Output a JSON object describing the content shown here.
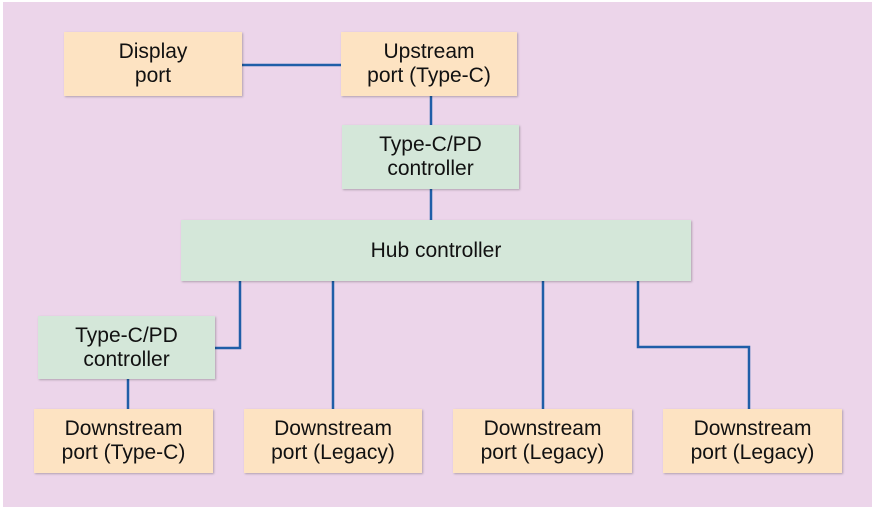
{
  "colors": {
    "background": "#ecd5ea",
    "port_box": "#fde3c2",
    "controller_box": "#d4e7d9",
    "connector": "#1f5ea8"
  },
  "boxes": {
    "display_port": {
      "line1": "Display",
      "line2": "port"
    },
    "upstream_port": {
      "line1": "Upstream",
      "line2": "port (Type-C)"
    },
    "pd_controller_upper": {
      "line1": "Type-C/PD",
      "line2": "controller"
    },
    "hub_controller": {
      "line1": "Hub controller"
    },
    "pd_controller_lower": {
      "line1": "Type-C/PD",
      "line2": "controller"
    },
    "downstream_typec": {
      "line1": "Downstream",
      "line2": "port (Type-C)"
    },
    "downstream_legacy_1": {
      "line1": "Downstream",
      "line2": "port (Legacy)"
    },
    "downstream_legacy_2": {
      "line1": "Downstream",
      "line2": "port (Legacy)"
    },
    "downstream_legacy_3": {
      "line1": "Downstream",
      "line2": "port (Legacy)"
    }
  }
}
